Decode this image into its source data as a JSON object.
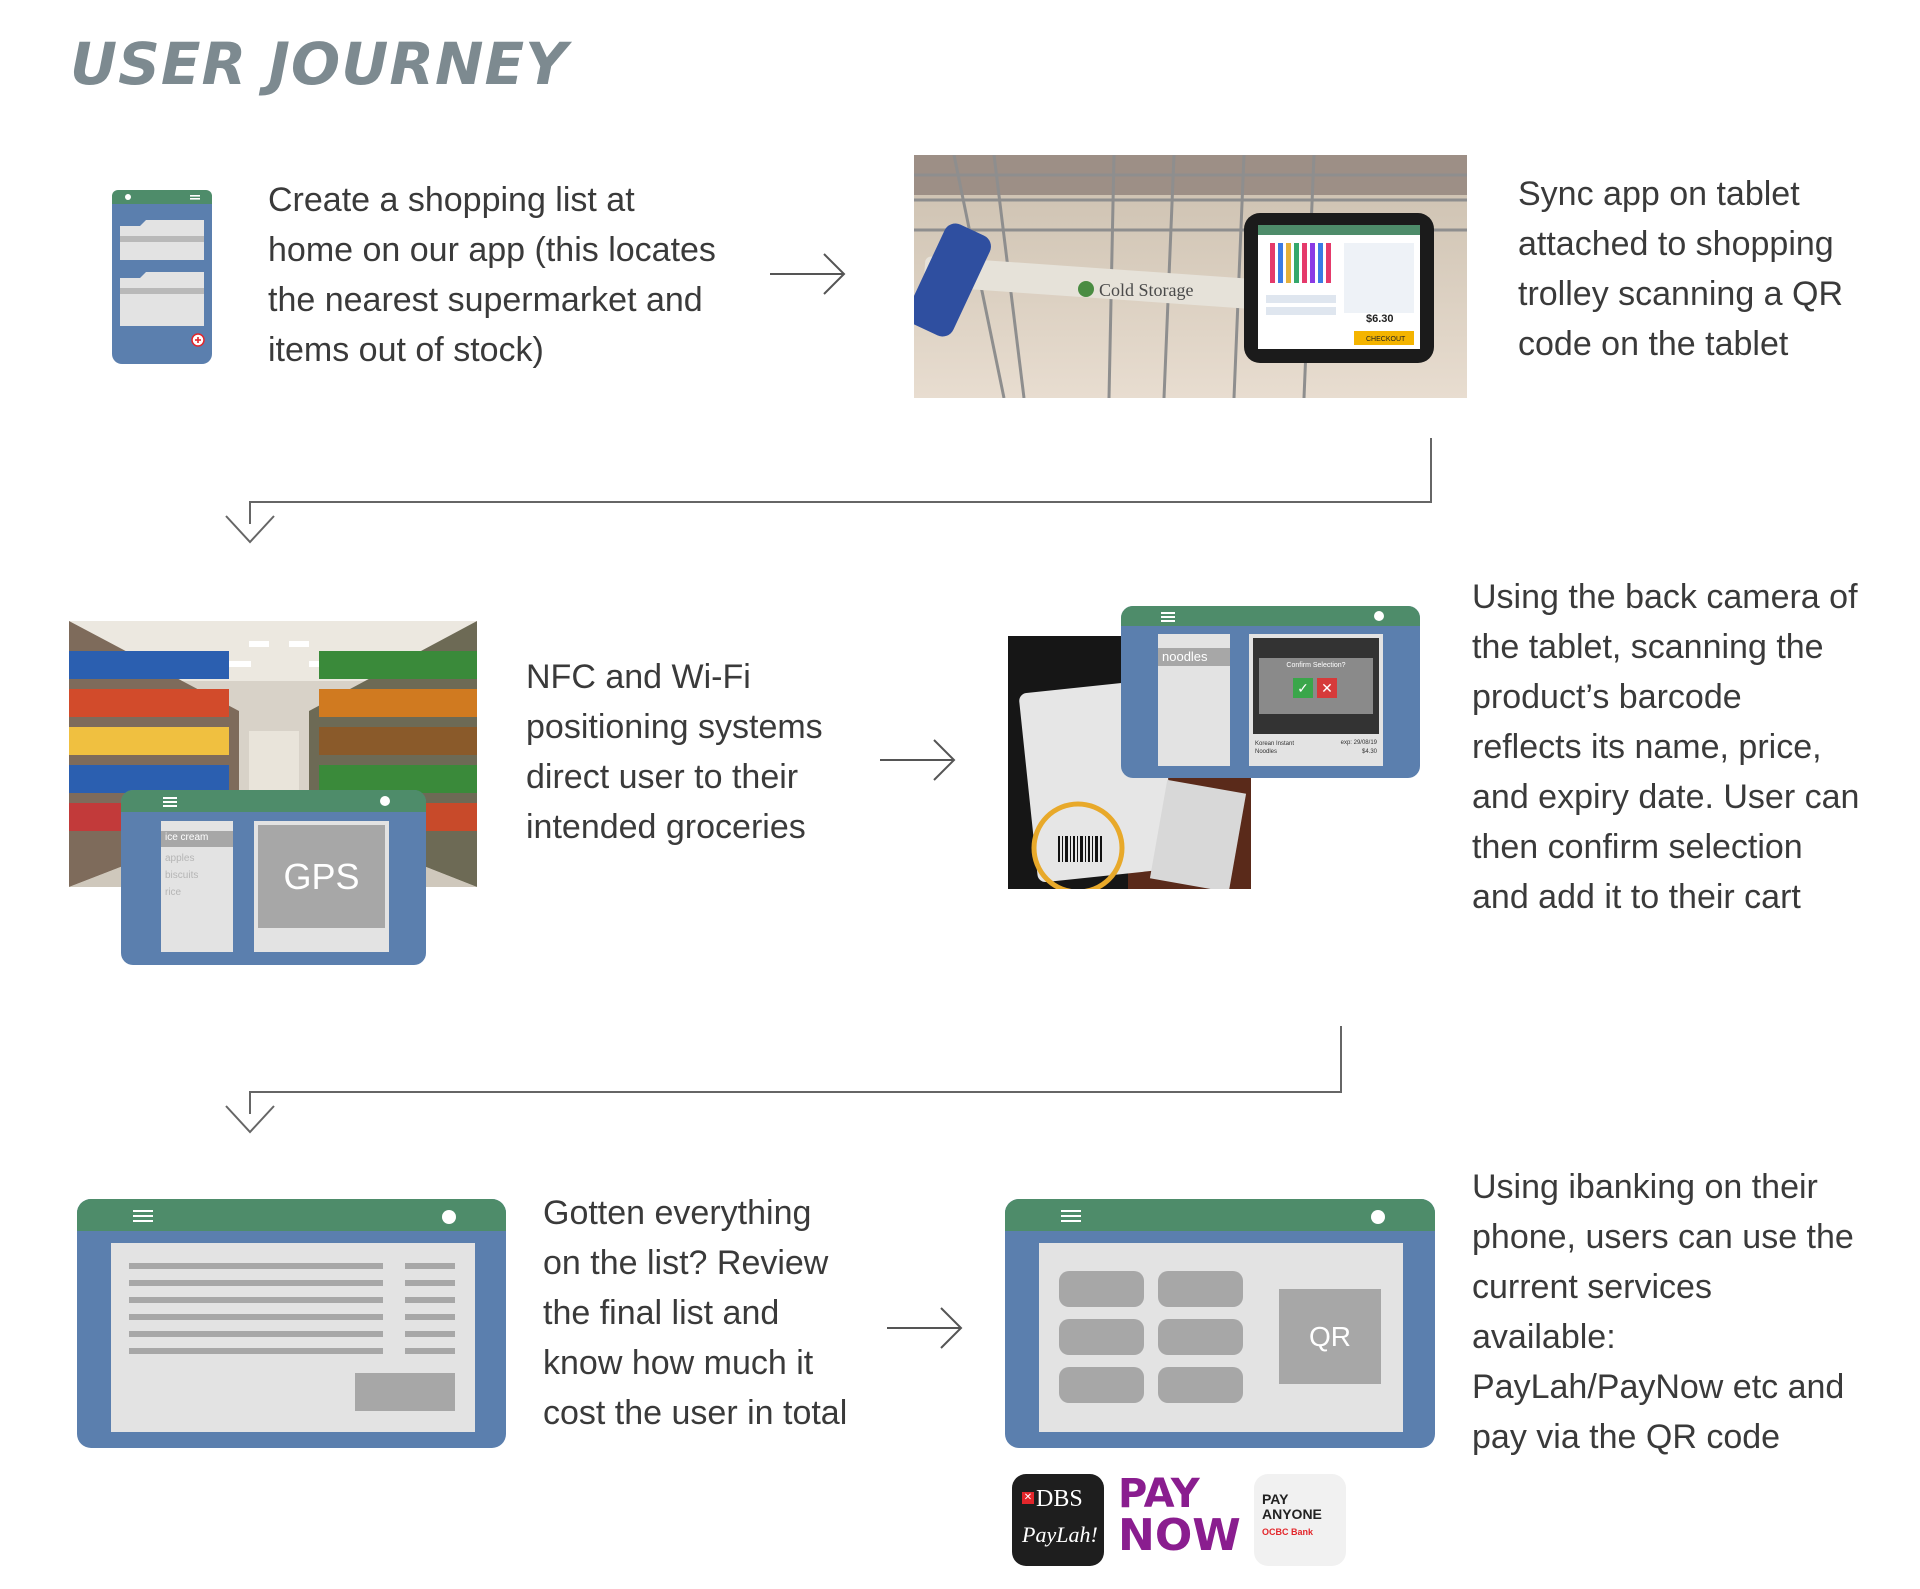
{
  "page": {
    "title": "USER JOURNEY"
  },
  "steps": [
    {
      "text": "Create a shopping list at\nhome on our app (this locates\nthe nearest supermarket and\nitems out of stock)"
    },
    {
      "text": "Sync app on tablet\nattached to shopping\ntrolley scanning a QR\ncode on the tablet"
    },
    {
      "text": "NFC and Wi-Fi\npositioning systems\ndirect user to their\nintended groceries"
    },
    {
      "text": "Using the back camera of\nthe tablet, scanning the\nproduct’s barcode\nreflects its name, price,\nand expiry date. User can\nthen confirm selection\nand add it to their cart"
    },
    {
      "text": "Gotten everything\non the list? Review\nthe final list and\nknow how much it\ncost the user in total"
    },
    {
      "text": "Using ibanking on their\nphone, users can use the\ncurrent services\navailable:\nPayLah/PayNow etc and\npay via the QR code"
    }
  ],
  "trolley_photo": {
    "brand": "Cold Storage",
    "price": "$6.30",
    "checkout": "CHECKOUT"
  },
  "gps_mockup": {
    "items": [
      "ice cream",
      "apples",
      "biscuits",
      "rice"
    ],
    "panel_label": "GPS"
  },
  "scan_mockup": {
    "sidebar_item": "noodles",
    "dialog_title": "Confirm Selection?",
    "product_name": "Korean Instant Noodles",
    "expiry": "exp: 29/08/19",
    "price": "$4.30"
  },
  "payment_mockup": {
    "qr_label": "QR"
  },
  "payment_logos": {
    "dbs_line1": "DBS",
    "dbs_line2": "PayLah!",
    "paynow_line1": "PAY",
    "paynow_line2": "NOW",
    "ocbc_line1": "PAY",
    "ocbc_line2": "ANYONE",
    "ocbc_line3": "OCBC Bank"
  },
  "colors": {
    "tablet_blue": "#5b7fae",
    "tablet_green": "#4e8c6a",
    "screen_gray": "#e3e3e3",
    "block_gray": "#a7a7a7",
    "title_gray": "#7d8a90",
    "text": "#3a3a3a",
    "dbs_red": "#e3262b",
    "paynow_purple": "#8a1d8f"
  }
}
